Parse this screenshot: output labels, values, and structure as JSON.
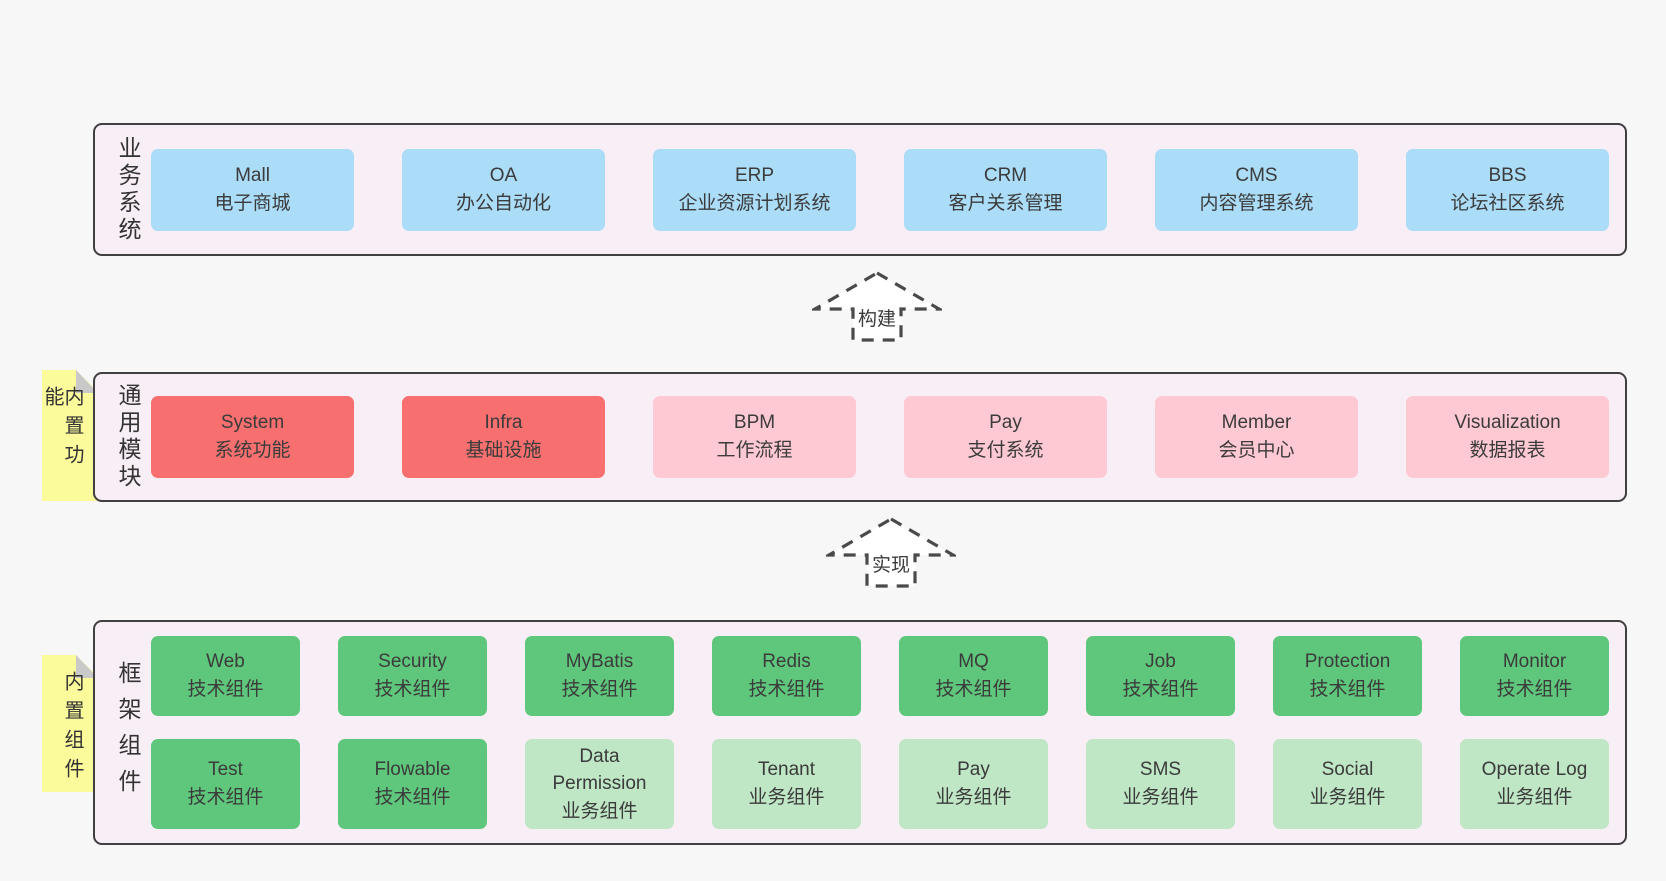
{
  "diagram": {
    "layers": [
      {
        "label": "业务系统",
        "boxes": [
          {
            "name": "Mall",
            "desc": "电子商城",
            "type": "blue"
          },
          {
            "name": "OA",
            "desc": "办公自动化",
            "type": "blue"
          },
          {
            "name": "ERP",
            "desc": "企业资源计划系统",
            "type": "blue"
          },
          {
            "name": "CRM",
            "desc": "客户关系管理",
            "type": "blue"
          },
          {
            "name": "CMS",
            "desc": "内容管理系统",
            "type": "blue"
          },
          {
            "name": "BBS",
            "desc": "论坛社区系统",
            "type": "blue"
          }
        ]
      },
      {
        "label": "通用模块",
        "tag": "内置功能",
        "boxes": [
          {
            "name": "System",
            "desc": "系统功能",
            "type": "red"
          },
          {
            "name": "Infra",
            "desc": "基础设施",
            "type": "red"
          },
          {
            "name": "BPM",
            "desc": "工作流程",
            "type": "pink"
          },
          {
            "name": "Pay",
            "desc": "支付系统",
            "type": "pink"
          },
          {
            "name": "Member",
            "desc": "会员中心",
            "type": "pink"
          },
          {
            "name": "Visualization",
            "desc": "数据报表",
            "type": "pink"
          }
        ]
      },
      {
        "label": "框架组件",
        "tag": "内置组件",
        "boxes": [
          {
            "name": "Web",
            "desc": "技术组件",
            "type": "green"
          },
          {
            "name": "Security",
            "desc": "技术组件",
            "type": "green"
          },
          {
            "name": "MyBatis",
            "desc": "技术组件",
            "type": "green"
          },
          {
            "name": "Redis",
            "desc": "技术组件",
            "type": "green"
          },
          {
            "name": "MQ",
            "desc": "技术组件",
            "type": "green"
          },
          {
            "name": "Job",
            "desc": "技术组件",
            "type": "green"
          },
          {
            "name": "Protection",
            "desc": "技术组件",
            "type": "green"
          },
          {
            "name": "Monitor",
            "desc": "技术组件",
            "type": "green"
          },
          {
            "name": "Test",
            "desc": "技术组件",
            "type": "green"
          },
          {
            "name": "Flowable",
            "desc": "技术组件",
            "type": "green"
          },
          {
            "name": "Data Permission",
            "desc": "业务组件",
            "type": "lightgreen"
          },
          {
            "name": "Tenant",
            "desc": "业务组件",
            "type": "lightgreen"
          },
          {
            "name": "Pay",
            "desc": "业务组件",
            "type": "lightgreen"
          },
          {
            "name": "SMS",
            "desc": "业务组件",
            "type": "lightgreen"
          },
          {
            "name": "Social",
            "desc": "业务组件",
            "type": "lightgreen"
          },
          {
            "name": "Operate Log",
            "desc": "业务组件",
            "type": "lightgreen"
          }
        ]
      }
    ],
    "arrows": [
      {
        "label": "构建"
      },
      {
        "label": "实现"
      }
    ],
    "colors": {
      "business_box_blue": "#abdcf8",
      "core_module_red": "#f7706f",
      "optional_module_pink": "#fec9d3",
      "tech_component_green": "#5fc77c",
      "biz_component_lightgreen": "#bfe6c5",
      "sticky_tag_yellow": "#fcfb9c",
      "layer_background": "#f8eef6",
      "layer_border": "#404040",
      "text": "#3b3b3b",
      "page_background": "#f7f7f7"
    }
  }
}
